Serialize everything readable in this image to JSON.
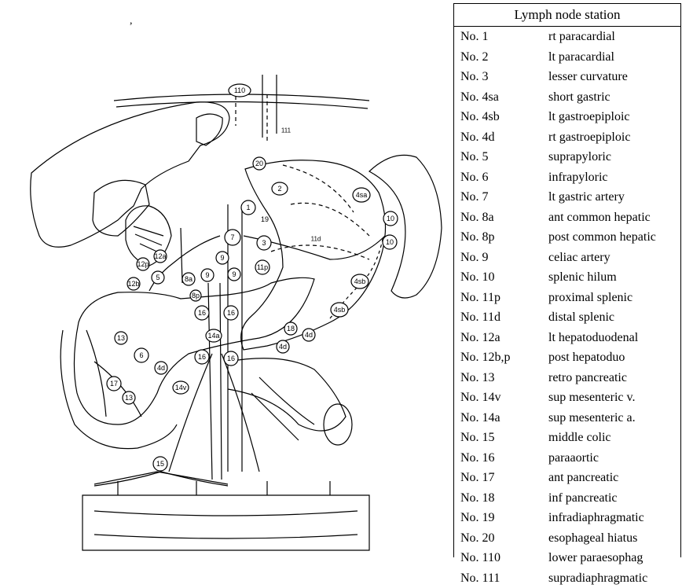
{
  "legend": {
    "title": "Lymph node station",
    "rows": [
      {
        "code": "No. 1",
        "name": "rt paracardial"
      },
      {
        "code": "No. 2",
        "name": "lt paracardial"
      },
      {
        "code": "No. 3",
        "name": "lesser curvature"
      },
      {
        "code": "No. 4sa",
        "name": "short gastric"
      },
      {
        "code": "No. 4sb",
        "name": "lt gastroepiploic"
      },
      {
        "code": "No. 4d",
        "name": "rt gastroepiploic"
      },
      {
        "code": "No. 5",
        "name": "suprapyloric"
      },
      {
        "code": "No. 6",
        "name": "infrapyloric"
      },
      {
        "code": "No. 7",
        "name": "lt gastric artery"
      },
      {
        "code": "No. 8a",
        "name": "ant common hepatic"
      },
      {
        "code": "No. 8p",
        "name": "post common hepatic"
      },
      {
        "code": "No. 9",
        "name": "celiac artery"
      },
      {
        "code": "No. 10",
        "name": "splenic hilum"
      },
      {
        "code": "No. 11p",
        "name": "proximal splenic"
      },
      {
        "code": "No. 11d",
        "name": "distal splenic"
      },
      {
        "code": "No. 12a",
        "name": "lt hepatoduodenal"
      },
      {
        "code": "No. 12b,p",
        "name": "post hepatoduo"
      },
      {
        "code": "No. 13",
        "name": "retro pancreatic"
      },
      {
        "code": "No. 14v",
        "name": "sup mesenteric v."
      },
      {
        "code": "No. 14a",
        "name": "sup mesenteric a."
      },
      {
        "code": "No. 15",
        "name": "middle colic"
      },
      {
        "code": "No. 16",
        "name": "paraaortic"
      },
      {
        "code": "No. 17",
        "name": "ant pancreatic"
      },
      {
        "code": "No. 18",
        "name": "inf pancreatic"
      },
      {
        "code": "No. 19",
        "name": "infradiaphragmatic"
      },
      {
        "code": "No. 20",
        "name": "esophageal hiatus"
      },
      {
        "code": "No. 110",
        "name": "lower paraesophag"
      },
      {
        "code": "No. 111",
        "name": "supradiaphragmatic"
      }
    ]
  },
  "diagram": {
    "stray_mark": ",",
    "annotations": {
      "n111": "111",
      "n11d": "11d"
    },
    "node_labels": {
      "n110": "110",
      "n20": "20",
      "n2": "2",
      "n1": "1",
      "n19": "19",
      "n7": "7",
      "n3": "3",
      "n9a": "9",
      "n9b": "9",
      "n9c": "9",
      "n11p": "11p",
      "n8a": "8a",
      "n8p": "8p",
      "n12a": "12a",
      "n12p": "12p",
      "n12b": "12b",
      "n5": "5",
      "n4sa": "4sa",
      "n10a": "10",
      "n10b": "10",
      "n4sb1": "4sb",
      "n4sb2": "4sb",
      "n18": "18",
      "n4d1": "4d",
      "n4d2": "4d",
      "n4d3": "4d",
      "n16a": "16",
      "n16b": "16",
      "n16c": "16",
      "n16d": "16",
      "n14a": "14a",
      "n14v": "14v",
      "n13a": "13",
      "n13b": "13",
      "n6": "6",
      "n17": "17",
      "n15": "15"
    }
  }
}
